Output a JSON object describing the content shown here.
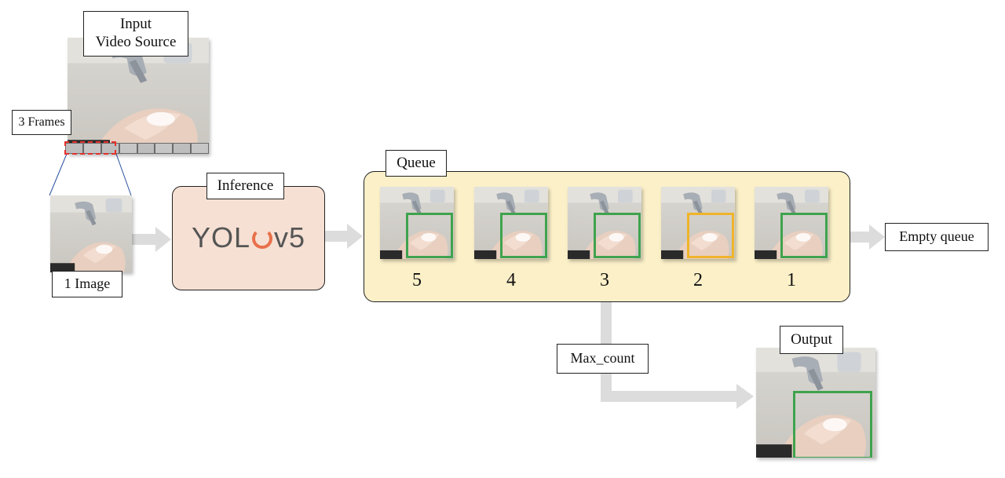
{
  "colors": {
    "arrow": "#dcdcdc",
    "queue_fill": "#fbf0c8",
    "inference_fill": "#f6e0d3",
    "box_green": "#3fa34d",
    "box_yellow": "#f0b429",
    "frame_dash": "#e5322d",
    "connector": "#2a4fa0",
    "yolo_gray": "#555555",
    "yolo_orange": "#e8704a"
  },
  "input": {
    "title": "Input\nVideo Source",
    "frames_label": "3 Frames",
    "image_label": "1 Image"
  },
  "inference": {
    "label": "Inference",
    "logo_left": "YOL",
    "logo_right": "v5"
  },
  "queue": {
    "label": "Queue",
    "items": [
      {
        "number": "5",
        "box_color": "green"
      },
      {
        "number": "4",
        "box_color": "green"
      },
      {
        "number": "3",
        "box_color": "green"
      },
      {
        "number": "2",
        "box_color": "yellow"
      },
      {
        "number": "1",
        "box_color": "green"
      }
    ]
  },
  "empty_queue_label": "Empty queue",
  "max_count_label": "Max_count",
  "output_label": "Output"
}
